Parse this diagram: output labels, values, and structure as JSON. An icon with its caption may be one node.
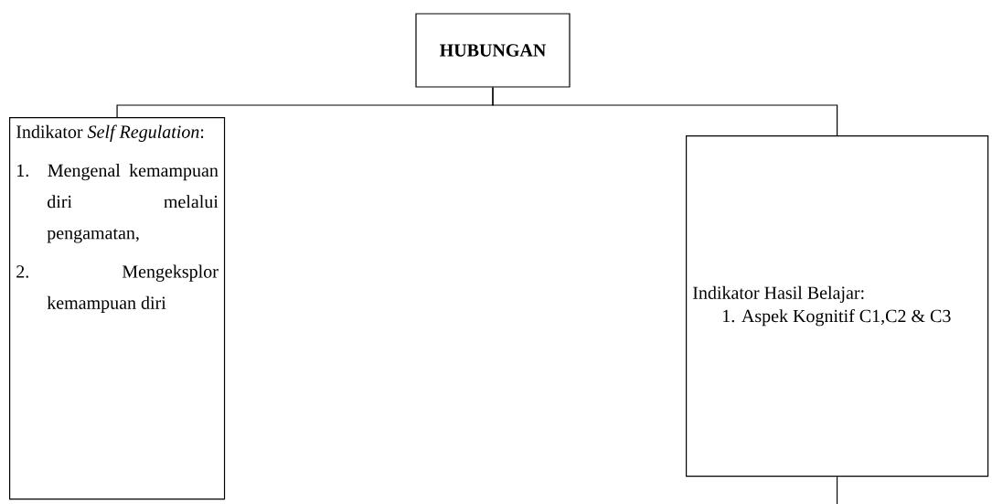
{
  "diagram": {
    "nodes": [
      {
        "text": [
          "HUBUNGAN"
        ]
      },
      {
        "text": [
          "Indikator *Self Regulation*:",
          "1. Mengenal kemampuan diri melalui pengamatan,",
          "2. Mengeksplor kemampuan diri"
        ]
      },
      {
        "text": [
          "Indikator Hasil Belajar:",
          "1. Aspek Kognitif C1,C2 & C3"
        ]
      }
    ],
    "edges": [
      {
        "from": 0,
        "to": 1,
        "arrow": "none"
      },
      {
        "from": 0,
        "to": 2,
        "arrow": "none"
      },
      {
        "from": 2,
        "to": null,
        "arrow": "none"
      }
    ]
  }
}
